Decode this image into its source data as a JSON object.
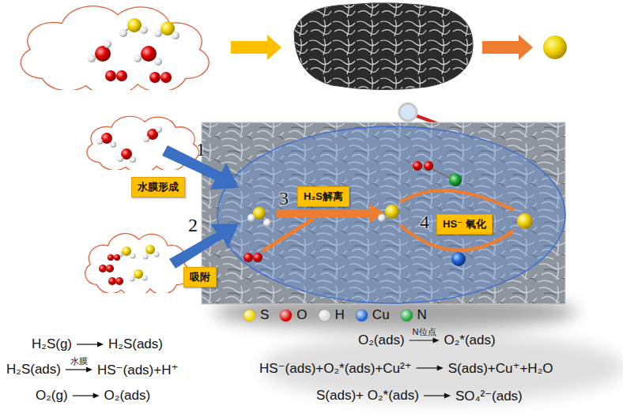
{
  "diagram": {
    "nodes": [
      {
        "text": [
          "水膜形成"
        ]
      },
      {
        "text": [
          "吸附"
        ]
      },
      {
        "text": [
          "H₂S解离"
        ]
      },
      {
        "text": [
          "HS⁻ 氧化"
        ]
      }
    ],
    "labels": [
      "1",
      "2",
      "3",
      "4",
      "H₂S(g)",
      "H₂S(ads)",
      "H₂S(ads)",
      "水膜",
      "HS⁻(ads)+H⁺",
      "O₂(g)",
      "O₂(ads)",
      "O₂(ads)",
      "N位点",
      "O₂*(ads)",
      "HS⁻(ads)+O₂*(ads)+Cu²⁺",
      "S(ads)+Cu⁺+H₂O",
      "S(ads)+ O₂*(ads)",
      "SO₄²⁻(ads)"
    ],
    "legend": [
      {
        "text": "S",
        "color": "#f2d400"
      },
      {
        "text": "O",
        "color": "#e00000"
      },
      {
        "text": "H",
        "color": "#d8d8d8"
      },
      {
        "text": "Cu",
        "color": "#1f66d6"
      },
      {
        "text": "N",
        "color": "#1fa83a"
      }
    ]
  }
}
